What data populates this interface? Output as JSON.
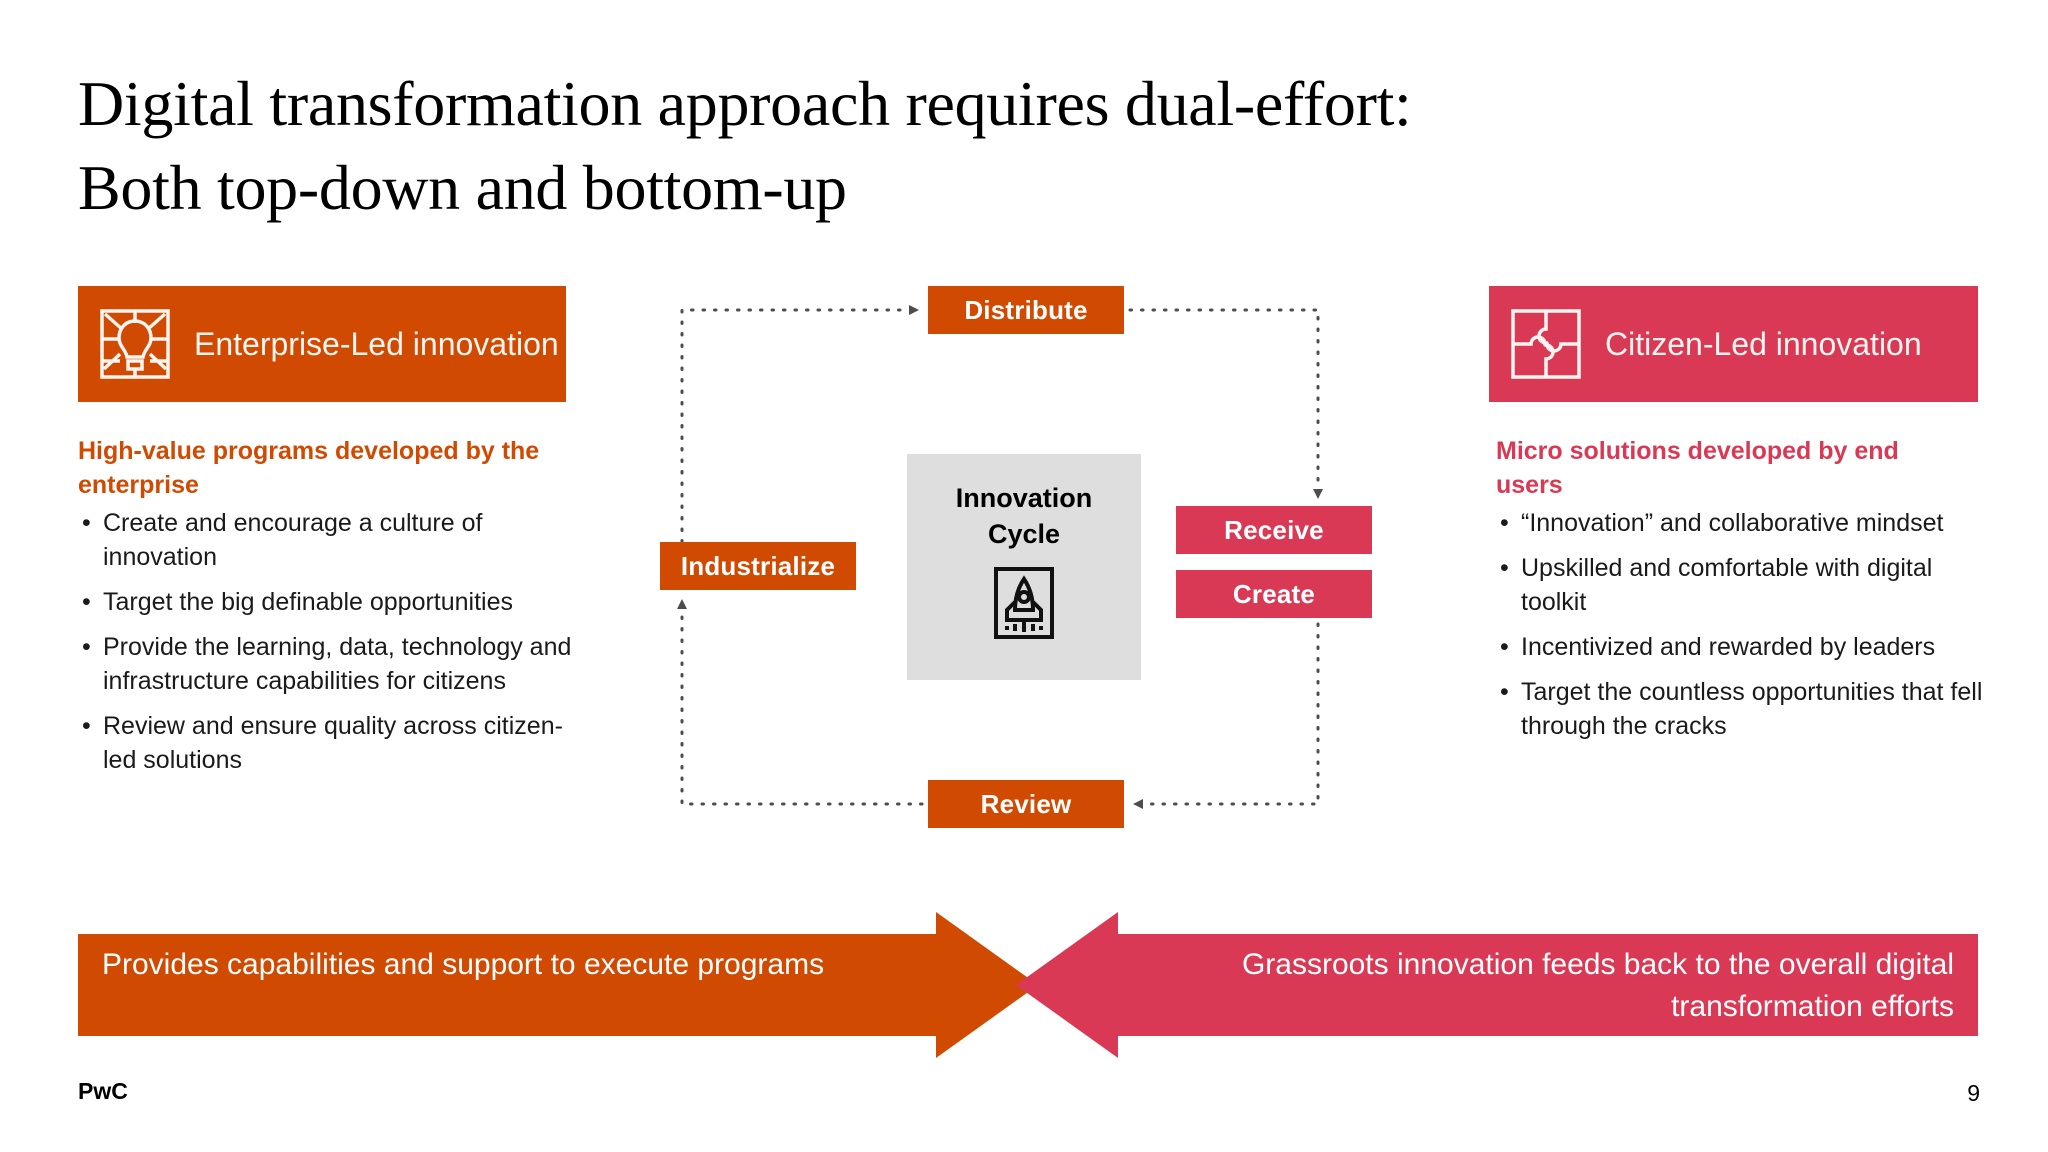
{
  "slide": {
    "title_line1": "Digital transformation approach requires dual-effort:",
    "title_line2": "Both top-down and bottom-up",
    "page_number": "9",
    "brand": "PwC"
  },
  "colors": {
    "orange": "#D04A02",
    "pink": "#D93954",
    "center_gray": "#DEDEDE",
    "text_dark": "#1a1a1a"
  },
  "left_column": {
    "header_label": "Enterprise-Led innovation",
    "header_icon": "lightbulb-rays-icon",
    "subhead": "High-value programs developed by the enterprise",
    "bullets": [
      "Create and encourage a culture of innovation",
      "Target the big definable opportunities",
      "Provide the learning, data, technology and infrastructure capabilities for citizens",
      "Review and ensure quality across citizen-led solutions"
    ]
  },
  "right_column": {
    "header_label": "Citizen-Led innovation",
    "header_icon": "puzzle-pieces-icon",
    "subhead": "Micro solutions developed by end users",
    "bullets": [
      "“Innovation” and collaborative mindset",
      "Upskilled and comfortable with digital toolkit",
      "Incentivized and rewarded by leaders",
      "Target the countless opportunities that fell through the cracks"
    ]
  },
  "cycle": {
    "center_title_line1": "Innovation",
    "center_title_line2": "Cycle",
    "center_icon": "rocket-icon",
    "nodes": [
      {
        "id": "distribute",
        "label": "Distribute",
        "color": "orange"
      },
      {
        "id": "receive",
        "label": "Receive",
        "color": "pink"
      },
      {
        "id": "create",
        "label": "Create",
        "color": "pink"
      },
      {
        "id": "review",
        "label": "Review",
        "color": "orange"
      },
      {
        "id": "industrialize",
        "label": "Industrialize",
        "color": "orange"
      }
    ]
  },
  "bottom_arrows": {
    "left_text": "Provides capabilities and support to execute programs",
    "right_text": "Grassroots innovation feeds back to the overall digital transformation efforts"
  }
}
